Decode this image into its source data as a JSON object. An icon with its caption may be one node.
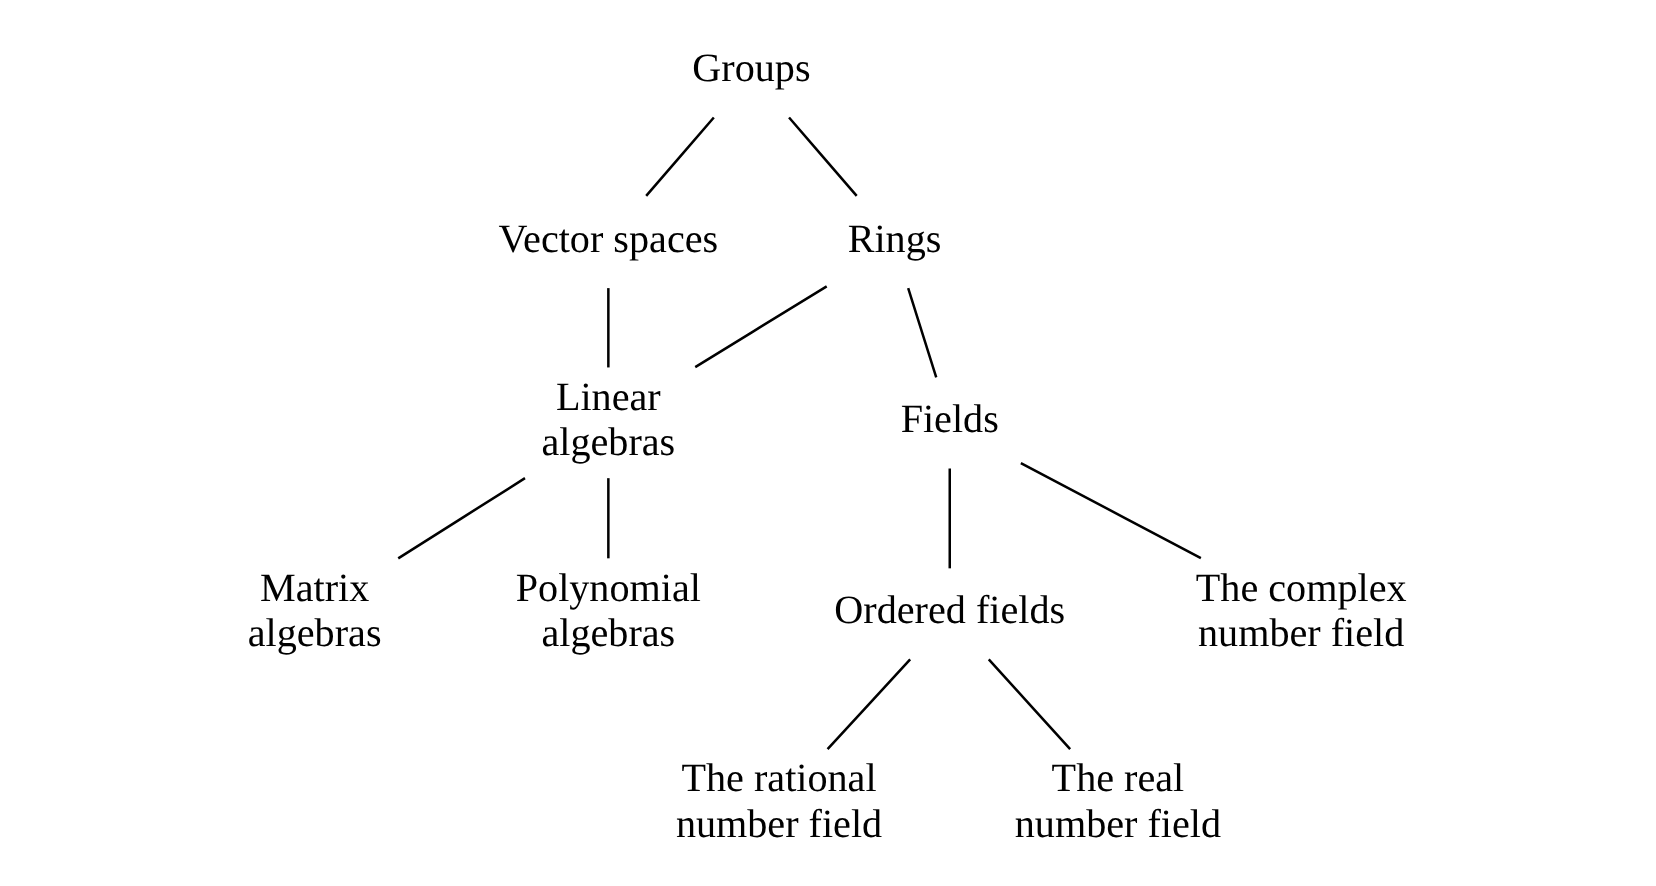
{
  "diagram": {
    "nodes": [
      {
        "text": [
          "Groups"
        ]
      },
      {
        "text": [
          "Vector spaces"
        ]
      },
      {
        "text": [
          "Rings"
        ]
      },
      {
        "text": [
          "Fields"
        ]
      },
      {
        "text": [
          "Linear algebras"
        ]
      },
      {
        "text": [
          "Ordered fields"
        ]
      },
      {
        "text": [
          "The complex number field"
        ]
      },
      {
        "text": [
          "Matrix algebras"
        ]
      },
      {
        "text": [
          "Polynomial algebras"
        ]
      },
      {
        "text": [
          "The rational number field"
        ]
      },
      {
        "text": [
          "The real number field"
        ]
      }
    ],
    "edges": [
      {
        "from": 0,
        "to": 1,
        "arrow": "none"
      },
      {
        "from": 0,
        "to": 2,
        "arrow": "none"
      },
      {
        "from": 2,
        "to": 3,
        "arrow": "none"
      },
      {
        "from": 1,
        "to": 4,
        "arrow": "none"
      },
      {
        "from": 2,
        "to": 4,
        "arrow": "none"
      },
      {
        "from": 3,
        "to": 5,
        "arrow": "none"
      },
      {
        "from": 3,
        "to": 6,
        "arrow": "none"
      },
      {
        "from": 4,
        "to": 7,
        "arrow": "none"
      },
      {
        "from": 4,
        "to": 8,
        "arrow": "none"
      },
      {
        "from": 5,
        "to": 9,
        "arrow": "none"
      },
      {
        "from": 5,
        "to": 10,
        "arrow": "none"
      }
    ]
  }
}
